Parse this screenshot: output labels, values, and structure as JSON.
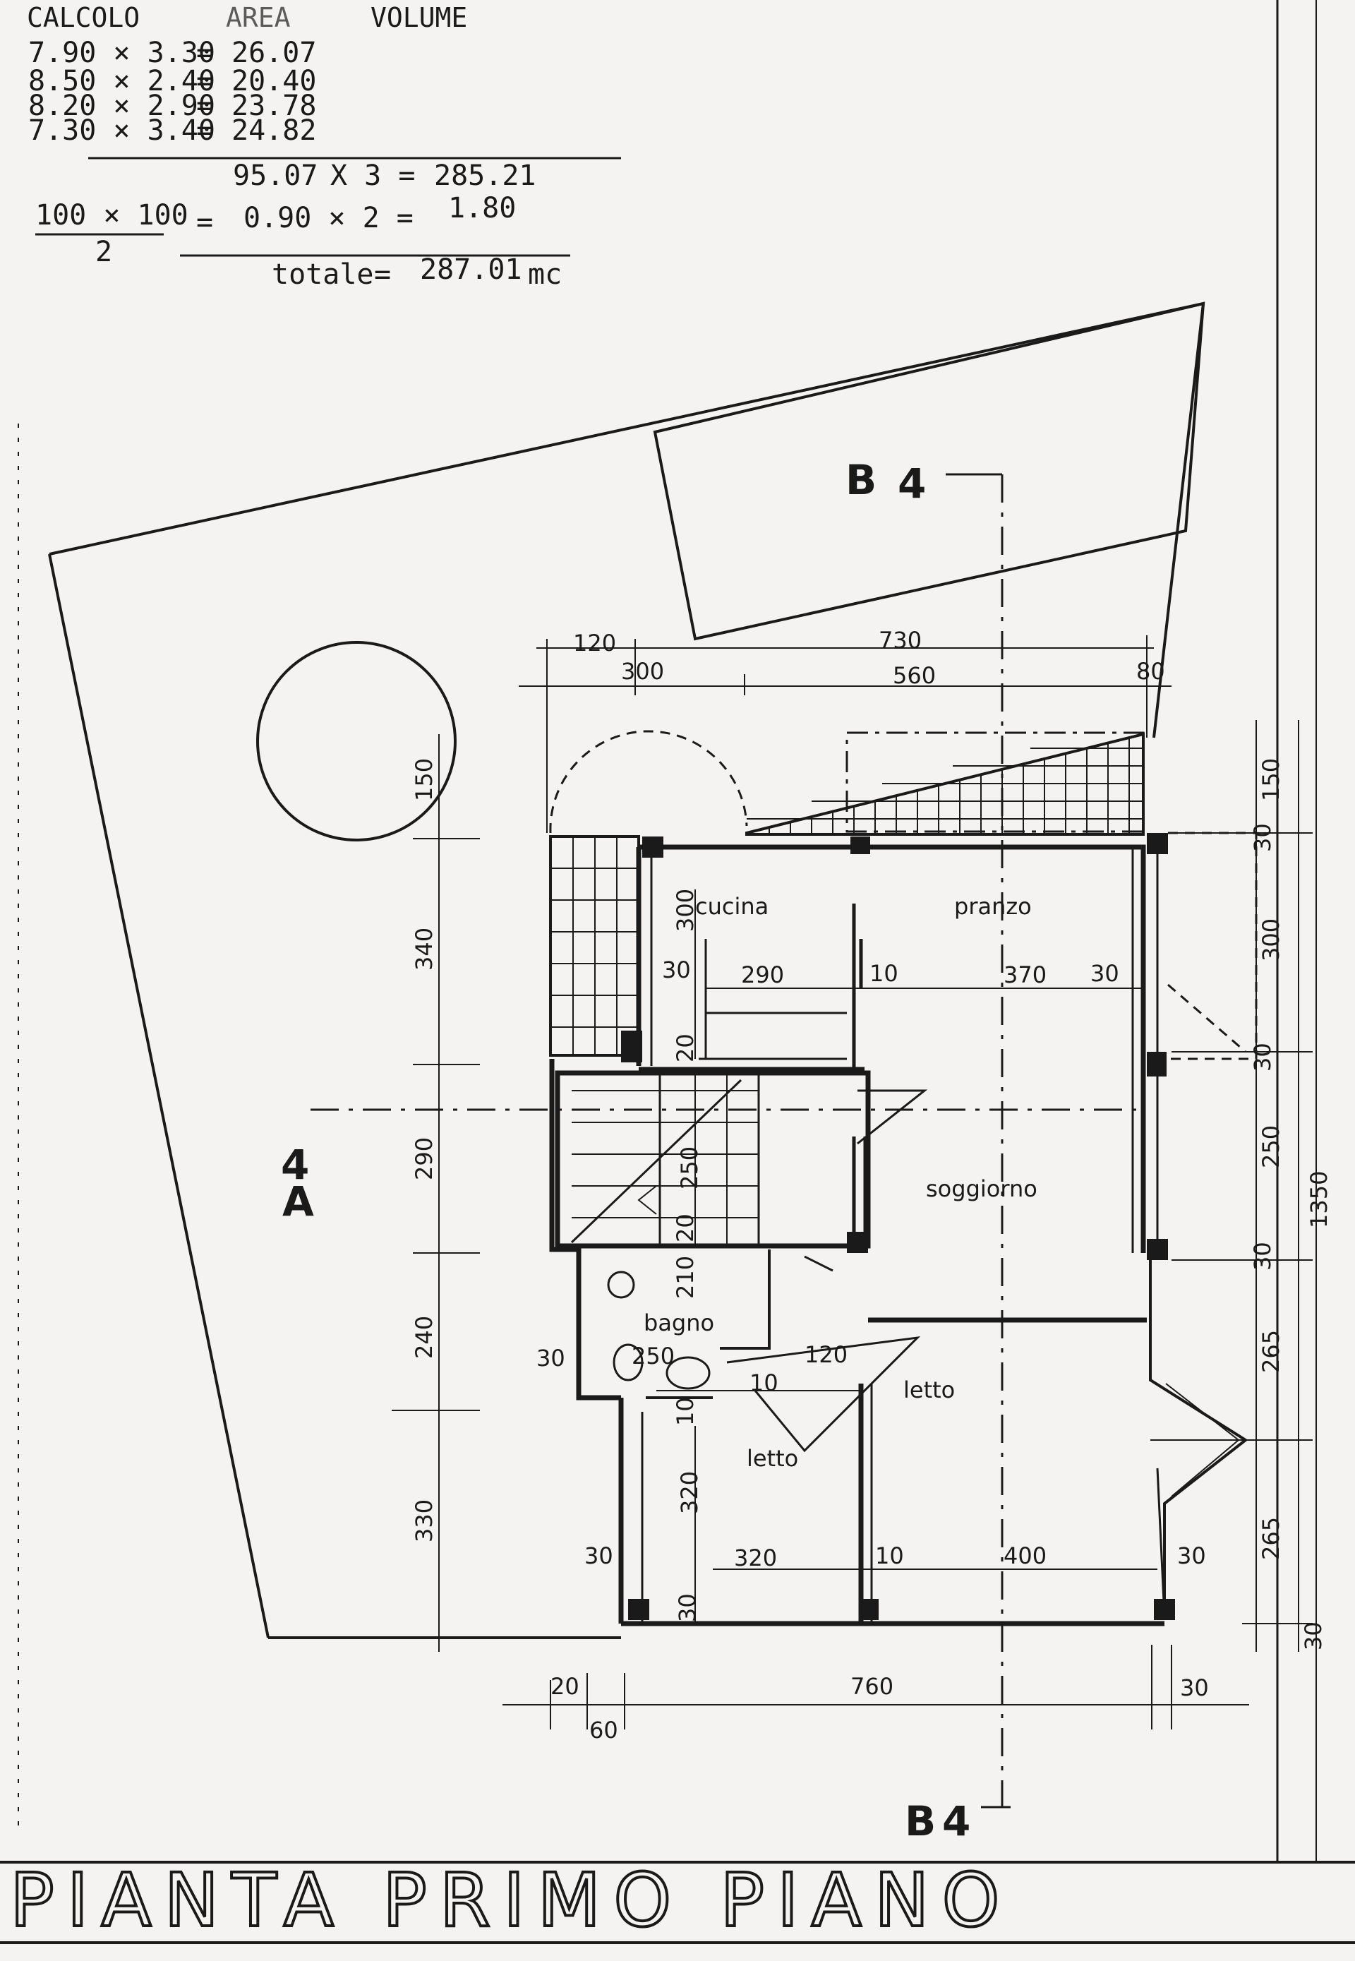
{
  "calc": {
    "header_calcolo": "CALCOLO",
    "header_area": "AREA",
    "header_volume": "VOLUME",
    "rows": [
      {
        "expr": "7.90 × 3.30",
        "eq": "=",
        "res": "26.07"
      },
      {
        "expr": "8.50 × 2.40",
        "eq": "=",
        "res": "20.40"
      },
      {
        "expr": "8.20 × 2.90",
        "eq": "=",
        "res": "23.78"
      },
      {
        "expr": "7.30 × 3.40",
        "eq": "=",
        "res": "24.82"
      }
    ],
    "subtotal": {
      "sum": "95.07",
      "mult": "X 3 =",
      "res": "285.21"
    },
    "triangle": {
      "num": "100 × 100",
      "den": "2",
      "eq": "=",
      "expr": "0.90 × 2 =",
      "res": "1.80"
    },
    "total": {
      "label": "totale",
      "eq": "=",
      "res": "287.01",
      "unit": "mc"
    }
  },
  "rooms": {
    "cucina": "cucina",
    "pranzo": "pranzo",
    "soggiorno": "soggiorno",
    "bagno": "bagno",
    "letto_1": "letto",
    "letto_2": "letto"
  },
  "sections": {
    "b_top_letter": "B",
    "b_top_num": "4",
    "b_bottom_letter": "B",
    "b_bottom_num": "4",
    "a_letter": "A",
    "a_num": "4"
  },
  "dims": {
    "top_120": "120",
    "top_730": "730",
    "top_300": "300",
    "top_560": "560",
    "top_80": "80",
    "left_150": "150",
    "left_340": "340",
    "left_290": "290",
    "left_240": "240",
    "left_330": "330",
    "right_150": "150",
    "right_30a": "30",
    "right_300": "300",
    "right_30b": "30",
    "right_250": "250",
    "right_30c": "30",
    "right_265a": "265",
    "right_265b": "265",
    "right_1350": "1350",
    "right_30d": "30",
    "in_300": "300",
    "in_30a": "30",
    "in_290": "290",
    "in_10a": "10",
    "in_370": "370",
    "in_30b": "30",
    "in_20a": "20",
    "in_250": "250",
    "in_20b": "20",
    "in_210": "210",
    "in_30c": "30",
    "in_250b": "250",
    "in_120": "120",
    "in_10b": "10",
    "in_10c": "10",
    "in_320v": "320",
    "in_30d": "30",
    "in_320h": "320",
    "in_10d": "10",
    "in_400": "400",
    "in_30e": "30",
    "in_30f": "30",
    "bot_20": "20",
    "bot_60": "60",
    "bot_760": "760",
    "bot_30": "30"
  },
  "title": "PIANTA PRIMO PIANO"
}
